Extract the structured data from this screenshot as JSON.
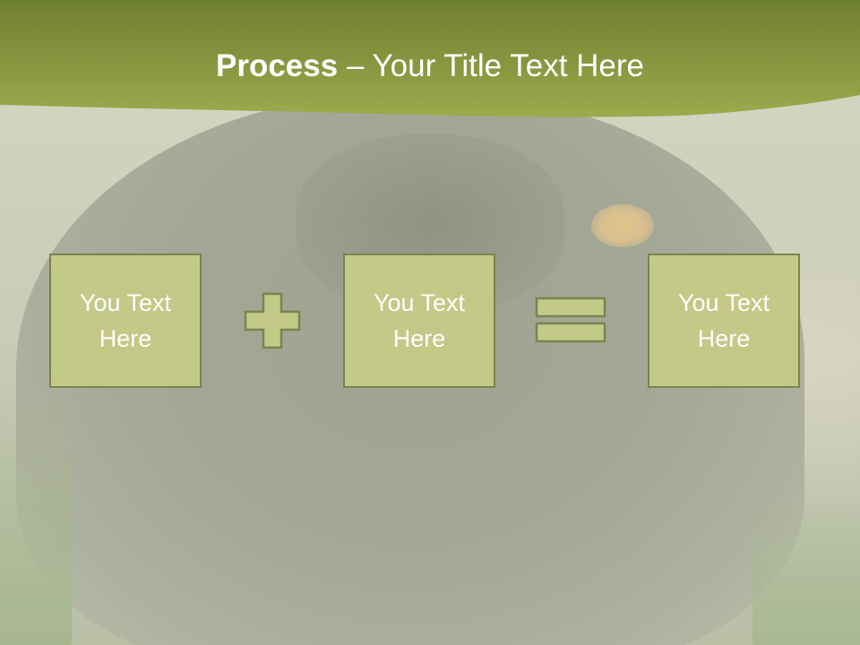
{
  "slide": {
    "title_bold": "Process",
    "title_rest": " – Your Title Text Here"
  },
  "boxes": [
    {
      "text": "You Text Here"
    },
    {
      "text": "You Text Here"
    },
    {
      "text": "You Text Here"
    }
  ],
  "operators": [
    "plus-icon",
    "equals-icon"
  ],
  "colors": {
    "banner": "#8f9f44",
    "box_fill": "#c3c987",
    "box_border": "#7a8450",
    "operator_fill": "#c3c987",
    "text": "#ffffff"
  }
}
